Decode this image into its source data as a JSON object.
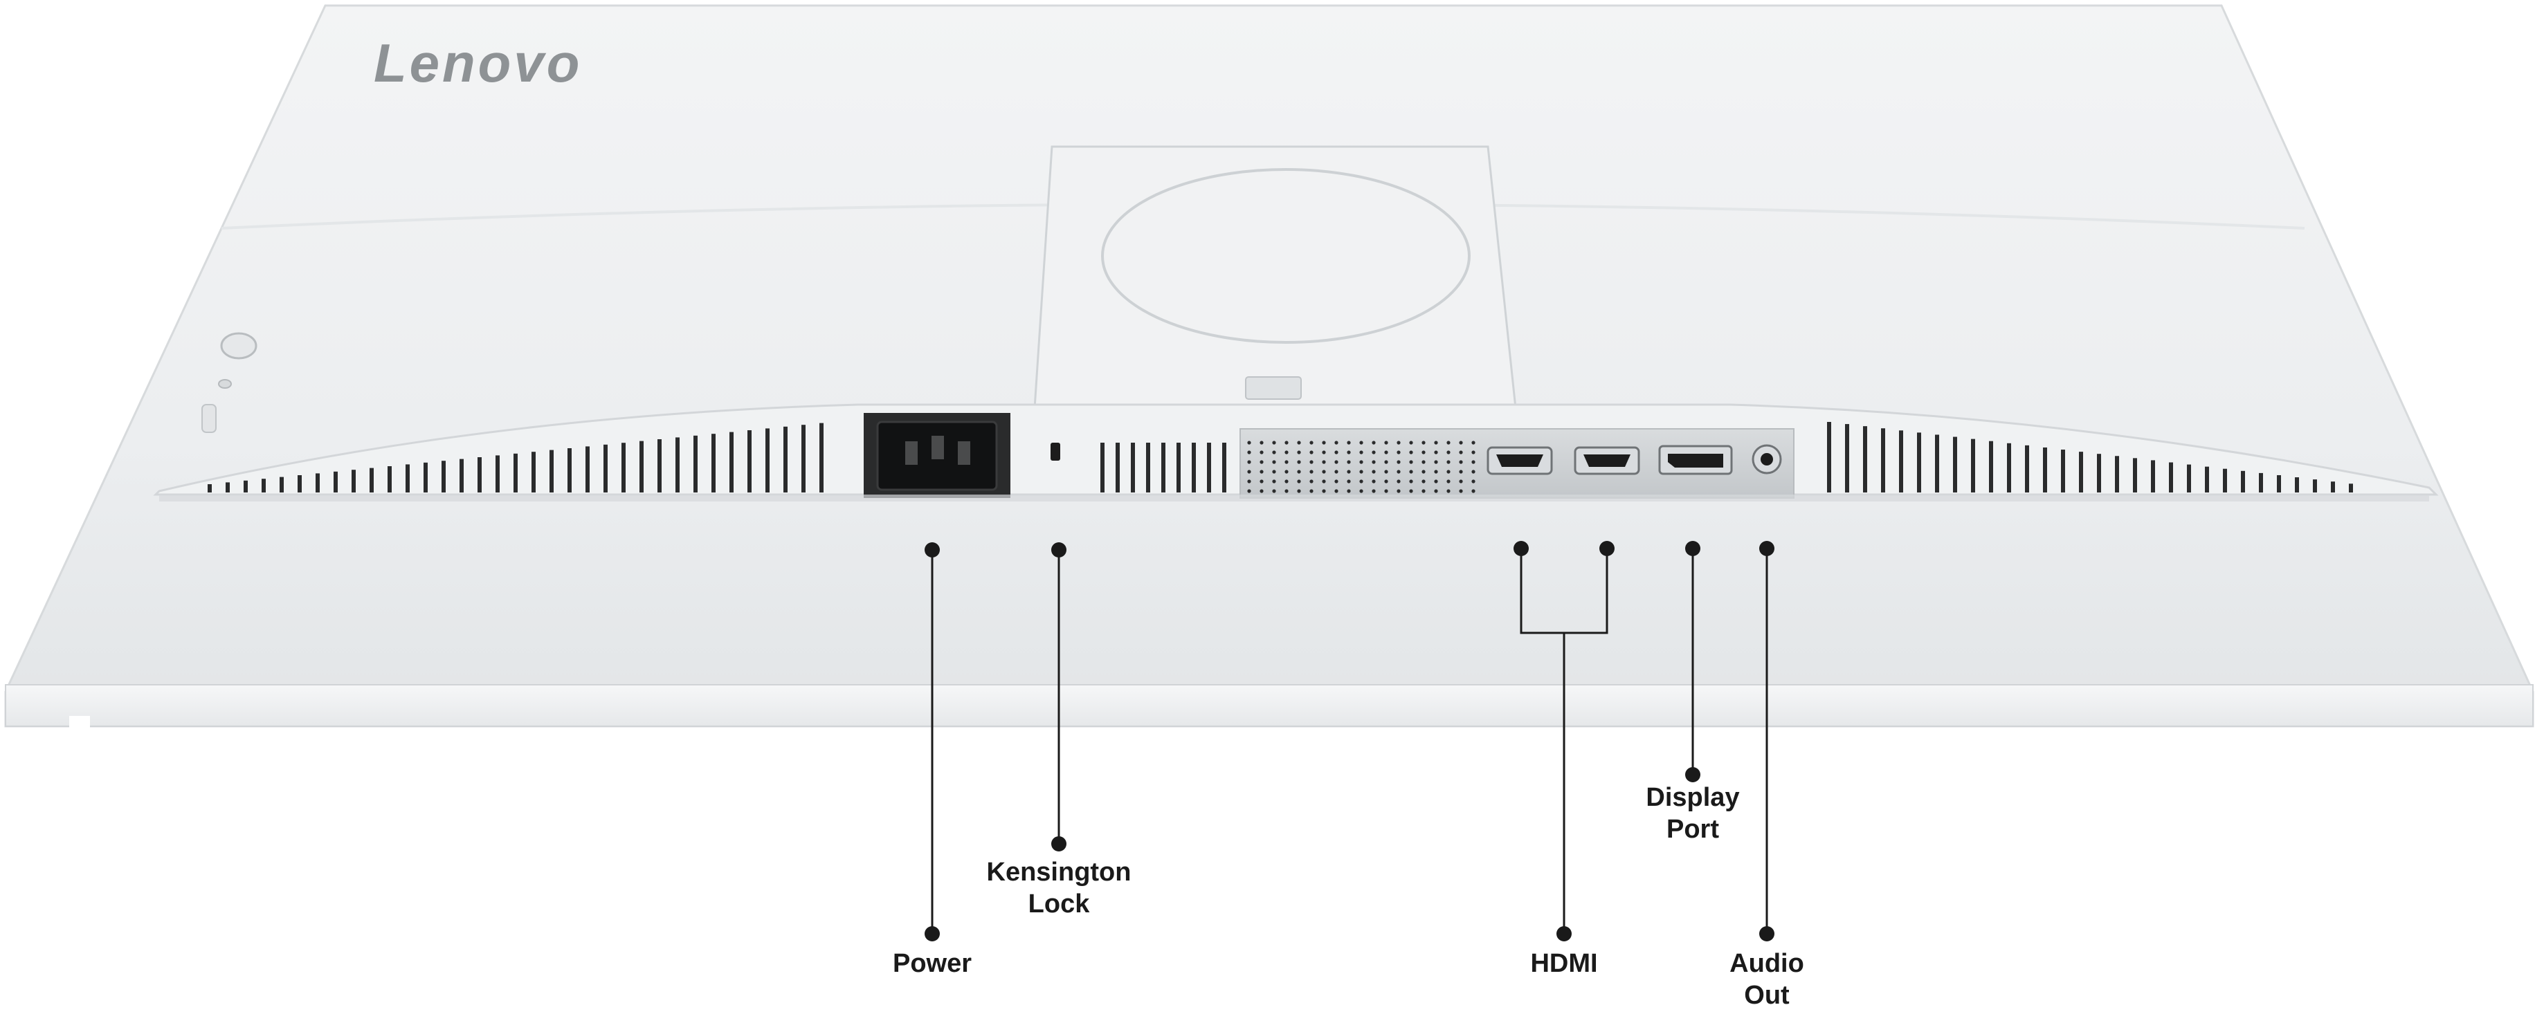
{
  "product": {
    "brand_logo": "Lenovo",
    "body_color": "#eef0f1",
    "shadow_color": "#c9cdd0"
  },
  "callouts": {
    "power": {
      "line1": "Power",
      "line2": ""
    },
    "kensington": {
      "line1": "Kensington",
      "line2": "Lock"
    },
    "hdmi": {
      "line1": "HDMI",
      "line2": ""
    },
    "displayport": {
      "line1": "Display",
      "line2": "Port"
    },
    "audio": {
      "line1": "Audio",
      "line2": "Out"
    }
  },
  "colors": {
    "leader_line": "#1a1a1a",
    "port_dark": "#1c1c1c",
    "label_text": "#1a1a1a"
  }
}
